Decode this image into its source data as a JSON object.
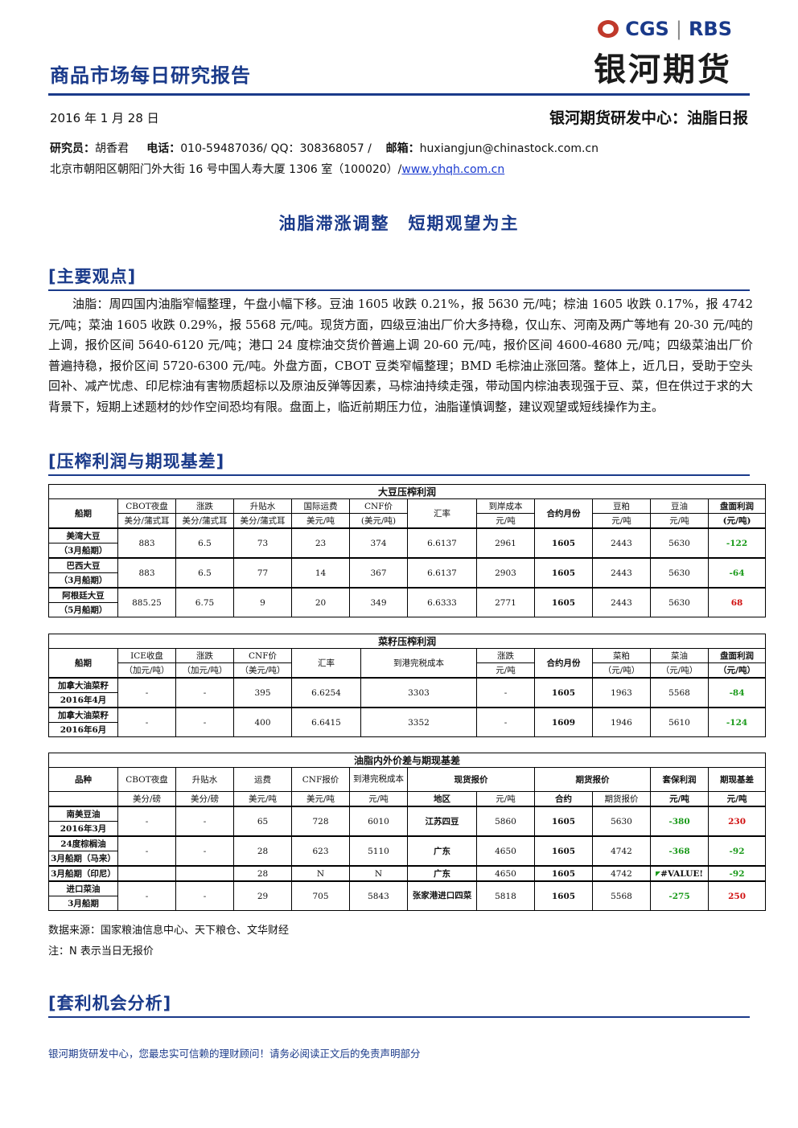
{
  "header": {
    "report_title": "商品市场每日研究报告",
    "logo_cgs": "CGS",
    "logo_sep": "|",
    "logo_rbs": "RBS",
    "logo_cn": "银河期货",
    "date": "2016 年 1 月 28 日",
    "center_title": "银河期货研发中心：油脂日报",
    "researcher_label": "研究员：",
    "researcher": "胡香君",
    "phone_label": "电话：",
    "phone": "010-59487036/ QQ：308368057 /",
    "email_label": "邮箱：",
    "email": "huxiangjun@chinastock.com.cn",
    "address": "北京市朝阳区朝阳门外大街 16 号中国人寿大厦 1306 室（100020）/",
    "website": "www.yhqh.com.cn"
  },
  "headline": "油脂滞涨调整　短期观望为主",
  "sections": {
    "main": "[主要观点]",
    "crush": "[压榨利润与期现基差]",
    "arb": "[套利机会分析]"
  },
  "body_paragraph": "油脂：周四国内油脂窄幅整理，午盘小幅下移。豆油 1605 收跌 0.21%，报 5630 元/吨；棕油 1605 收跌 0.17%，报 4742 元/吨；菜油 1605 收跌 0.29%，报 5568 元/吨。现货方面，四级豆油出厂价大多持稳，仅山东、河南及两广等地有 20-30 元/吨的上调，报价区间 5640-6120 元/吨；港口 24 度棕油交货价普遍上调 20-60 元/吨，报价区间 4600-4680 元/吨；四级菜油出厂价普遍持稳，报价区间 5720-6300 元/吨。外盘方面，CBOT 豆类窄幅整理；BMD 毛棕油止涨回落。整体上，近几日，受助于空头回补、减产忧虑、印尼棕油有害物质超标以及原油反弹等因素，马棕油持续走强，带动国内棕油表现强于豆、菜，但在供过于求的大背景下，短期上述题材的炒作空间恐均有限。盘面上，临近前期压力位，油脂谨慎调整，建议观望或短线操作为主。",
  "soy_table": {
    "caption": "大豆压榨利润",
    "h": [
      "船期",
      "CBOT夜盘",
      "涨跌",
      "升贴水",
      "国际运费",
      "CNF价",
      "汇率",
      "到岸成本",
      "合约月份",
      "豆粕",
      "豆油",
      "盘面利润"
    ],
    "u": [
      "美分/蒲式耳",
      "美分/蒲式耳",
      "美分/蒲式耳",
      "美元/吨",
      "(美元/吨)",
      "元/吨",
      "元/吨",
      "元/吨",
      "(元/吨)"
    ],
    "rows": [
      {
        "n1": "美湾大豆",
        "n2": "（3月船期）",
        "cbot": "883",
        "chg": "6.5",
        "prem": "73",
        "frt": "23",
        "cnf": "374",
        "fx": "6.6137",
        "cost": "2961",
        "ct": "1605",
        "meal": "2443",
        "oil": "5630",
        "profit": "-122"
      },
      {
        "n1": "巴西大豆",
        "n2": "（3月船期）",
        "cbot": "883",
        "chg": "6.5",
        "prem": "77",
        "frt": "14",
        "cnf": "367",
        "fx": "6.6137",
        "cost": "2903",
        "ct": "1605",
        "meal": "2443",
        "oil": "5630",
        "profit": "-64"
      },
      {
        "n1": "阿根廷大豆",
        "n2": "（5月船期）",
        "cbot": "885.25",
        "chg": "6.75",
        "prem": "9",
        "frt": "20",
        "cnf": "349",
        "fx": "6.6333",
        "cost": "2771",
        "ct": "1605",
        "meal": "2443",
        "oil": "5630",
        "profit": "68"
      }
    ]
  },
  "rape_table": {
    "caption": "菜籽压榨利润",
    "h": [
      "船期",
      "ICE收盘",
      "涨跌",
      "CNF价",
      "汇率",
      "到港完税成本",
      "涨跌",
      "合约月份",
      "菜粕",
      "菜油",
      "盘面利润"
    ],
    "u": [
      "（加元/吨）",
      "（加元/吨）",
      "（美元/吨）",
      "元/吨",
      "（元/吨）",
      "（元/吨）",
      "（元/吨）"
    ],
    "rows": [
      {
        "n1": "加拿大油菜籽",
        "n2": "2016年4月",
        "ice": "-",
        "chg": "-",
        "cnf": "395",
        "fx": "6.6254",
        "cost": "3303",
        "chg2": "-",
        "ct": "1605",
        "meal": "1963",
        "oil": "5568",
        "profit": "-84"
      },
      {
        "n1": "加拿大油菜籽",
        "n2": "2016年6月",
        "ice": "-",
        "chg": "-",
        "cnf": "400",
        "fx": "6.6415",
        "cost": "3352",
        "chg2": "-",
        "ct": "1609",
        "meal": "1946",
        "oil": "5610",
        "profit": "-124"
      }
    ]
  },
  "oil_table": {
    "caption": "油脂内外价差与期现基差",
    "h": [
      "品种",
      "CBOT夜盘",
      "升贴水",
      "运费",
      "CNF报价",
      "到港完税成本",
      "现货报价",
      "期货报价",
      "套保利润",
      "期现基差"
    ],
    "u": [
      "美分/磅",
      "美分/磅",
      "美元/吨",
      "美元/吨",
      "元/吨",
      "地区",
      "元/吨",
      "合约",
      "期货报价",
      "元/吨",
      "元/吨"
    ],
    "rows": [
      {
        "n1": "南美豆油",
        "n2": "2016年3月",
        "cbot": "-",
        "prem": "-",
        "frt": "65",
        "cnf": "728",
        "cost": "6010",
        "area": "江苏四豆",
        "spot": "5860",
        "ct": "1605",
        "fut": "5630",
        "hedge": "-380",
        "basis": "230"
      },
      {
        "n1": "24度棕榈油",
        "n2": "3月船期（马来）",
        "cbot": "-",
        "prem": "-",
        "frt": "28",
        "cnf": "623",
        "cost": "5110",
        "area": "广东",
        "spot": "4650",
        "ct": "1605",
        "fut": "4742",
        "hedge": "-368",
        "basis": "-92"
      },
      {
        "n1": "3月船期（印尼）",
        "cbot": "",
        "prem": "",
        "frt": "28",
        "cnf": "N",
        "cost": "N",
        "area": "广东",
        "spot": "4650",
        "ct": "1605",
        "fut": "4742",
        "hedge": "#VALUE!",
        "basis": "-92"
      },
      {
        "n1": "进口菜油",
        "n2": "3月船期",
        "cbot": "-",
        "prem": "-",
        "frt": "29",
        "cnf": "705",
        "cost": "5843",
        "area": "张家港进口四菜",
        "spot": "5818",
        "ct": "1605",
        "fut": "5568",
        "hedge": "-275",
        "basis": "250"
      }
    ]
  },
  "notes": {
    "source": "数据来源：国家粮油信息中心、天下粮仓、文华财经",
    "n": "注：N 表示当日无报价"
  },
  "footer": "银河期货研发中心，您最忠实可信赖的理财顾问！请务必阅读正文后的免责声明部分",
  "colors": {
    "brand_blue": "#1a3a8a",
    "positive": "#1a9a1a",
    "negative": "#d01010"
  }
}
